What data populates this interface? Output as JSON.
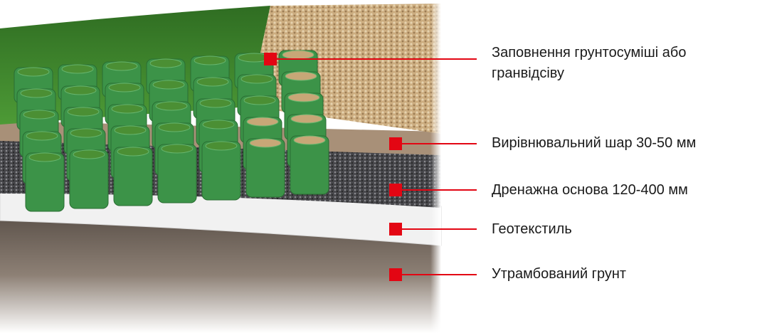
{
  "labels": [
    {
      "line1": "Заповнення грунтосуміші або",
      "line2": "гранвідсіву"
    },
    {
      "line1": "Вирівнювальний шар 30-50 мм"
    },
    {
      "line1": "Дренажна основа 120-400 мм"
    },
    {
      "line1": "Геотекстиль"
    },
    {
      "line1": "Утрамбований грунт"
    }
  ],
  "colors": {
    "marker": "#e30613",
    "grass": "#3f8a2e",
    "gravel_fill": "#c9a878",
    "leveling": "#a88e72",
    "drainage": "#4a4a4e",
    "geotextile": "#f2f2f2",
    "soil": "#8a7c70",
    "grid": "#3f9a4a"
  }
}
